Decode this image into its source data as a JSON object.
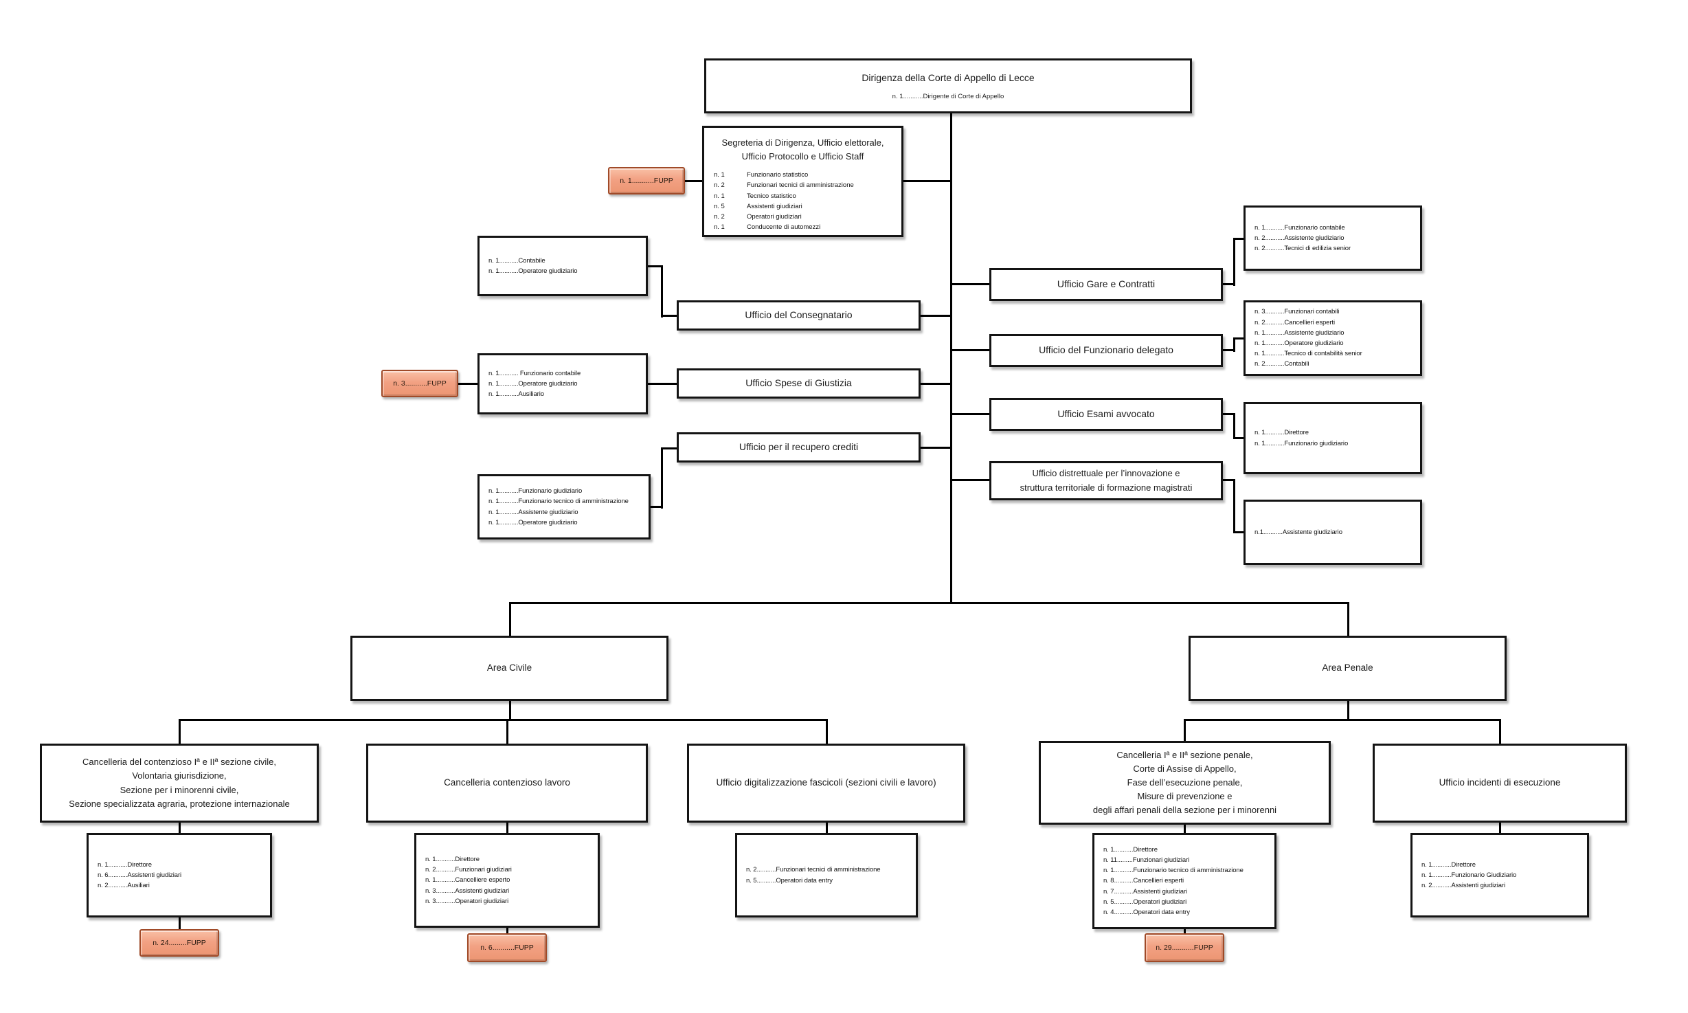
{
  "palette": {
    "fupp_fill": "#F2A183",
    "fupp_border": "#A04A28",
    "box_border": "#141414",
    "line_color": "#000000"
  },
  "nodes": {
    "dirigenza": {
      "title": "Dirigenza della Corte di Appello di Lecce",
      "subtitle": "n. 1...........Dirigente di Corte di Appello"
    },
    "segreteria": {
      "title_lines": [
        "Segreteria di Dirigenza, Ufficio elettorale,",
        "Ufficio Protocollo e Ufficio Staff"
      ],
      "staff": [
        {
          "n": "n. 1",
          "role": "Funzionario statistico"
        },
        {
          "n": "n. 2",
          "role": "Funzionari tecnici di amministrazione"
        },
        {
          "n": "n. 1",
          "role": "Tecnico statistico"
        },
        {
          "n": "n. 5",
          "role": "Assistenti giudiziari"
        },
        {
          "n": "n. 2",
          "role": "Operatori giudiziari"
        },
        {
          "n": "n. 1",
          "role": "Conducente di automezzi"
        }
      ]
    },
    "fupp_segreteria": {
      "label": "n. 1...........FUPP"
    },
    "consegnatario": {
      "title": "Ufficio del Consegnatario",
      "staff": [
        "n. 1...........Contabile",
        "n. 1...........Operatore giudiziario"
      ]
    },
    "spese": {
      "title": "Ufficio Spese di Giustizia",
      "staff": [
        "n. 1........... Funzionario contabile",
        "n. 1...........Operatore giudiziario",
        "n. 1...........Ausiliario"
      ]
    },
    "fupp_spese": {
      "label": "n. 3...........FUPP"
    },
    "recupero": {
      "title": "Ufficio per il recupero crediti",
      "staff": [
        "n. 1...........Funzionario giudiziario",
        "n. 1...........Funzionario tecnico di amministrazione",
        "n. 1...........Assistente giudiziario",
        "n. 1...........Operatore giudiziario"
      ]
    },
    "gare": {
      "title": "Ufficio Gare e Contratti",
      "staff": [
        "n. 1...........Funzionario contabile",
        "n. 2...........Assistente giudiziario",
        "n. 2...........Tecnici di edilizia senior"
      ]
    },
    "delegato": {
      "title": "Ufficio del Funzionario delegato",
      "staff": [
        "n. 3...........Funzionari contabili",
        "n. 2...........Cancellieri esperti",
        "n. 1...........Assistente giudiziario",
        "n. 1...........Operatore giudiziario",
        "n. 1...........Tecnico di contabilità senior",
        "n. 2...........Contabili"
      ]
    },
    "esami": {
      "title": "Ufficio Esami avvocato",
      "staff": [
        "n. 1...........Direttore",
        "n. 1...........Funzionario giudiziario"
      ]
    },
    "distrettuale": {
      "title_lines": [
        "Ufficio distrettuale per l’innovazione e",
        "struttura territoriale di formazione magistrati"
      ],
      "staff": [
        "n.1...........Assistente giudiziario"
      ]
    },
    "area_civile": {
      "title": "Area Civile"
    },
    "area_penale": {
      "title": "Area Penale"
    },
    "canc_civile": {
      "title_lines": [
        "Cancelleria del contenzioso Iª e IIª sezione civile,",
        "Volontaria giurisdizione,",
        "Sezione per i minorenni civile,",
        "Sezione specializzata agraria, protezione internazionale"
      ],
      "staff": [
        "n. 1...........Direttore",
        "n. 6...........Assistenti giudiziari",
        "n. 2...........Ausiliari"
      ]
    },
    "fupp_civile": {
      "label": "n. 24.........FUPP"
    },
    "canc_lavoro": {
      "title": "Cancelleria contenzioso lavoro",
      "staff": [
        "n. 1...........Direttore",
        "n. 2...........Funzionari giudiziari",
        "n. 1...........Cancelliere esperto",
        "n. 3...........Assistenti giudiziari",
        "n. 3...........Operatori giudiziari"
      ]
    },
    "fupp_lavoro": {
      "label": "n. 6...........FUPP"
    },
    "digitalizzazione": {
      "title": "Ufficio digitalizzazione fascicoli (sezioni civili e lavoro)",
      "staff": [
        "n. 2...........Funzionari tecnici di amministrazione",
        "n. 5...........Operatori data entry"
      ]
    },
    "canc_penale": {
      "title_lines": [
        "Cancelleria Iª e IIª sezione penale,",
        "Corte di Assise di Appello,",
        "Fase dell’esecuzione penale,",
        "Misure di prevenzione e",
        "degli affari penali della sezione per i minorenni"
      ],
      "staff": [
        "n. 1...........Direttore",
        "n. 11.........Funzionari giudiziari",
        "n. 1...........Funzionario tecnico di amministrazione",
        "n. 8...........Cancellieri esperti",
        "n. 7...........Assistenti giudiziari",
        "n. 5...........Operatori giudiziari",
        "n. 4...........Operatori data entry"
      ]
    },
    "fupp_penale": {
      "label": "n. 29...........FUPP"
    },
    "incidenti": {
      "title": "Ufficio incidenti di esecuzione",
      "staff": [
        "n. 1...........Direttore",
        "n. 1...........Funzionario Giudiziario",
        "n. 2...........Assistenti giudiziari"
      ]
    }
  }
}
